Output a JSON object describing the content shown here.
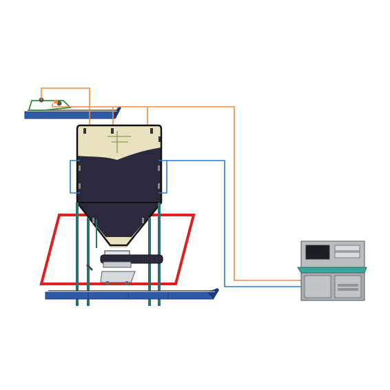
{
  "diagram": {
    "colors": {
      "background": "#ffffff",
      "orange_wire": "#f08a3c",
      "blue_wire": "#2f78c4",
      "green_wire": "#2e8b3a",
      "conveyor_blue": "#2f5aa8",
      "conveyor_dark": "#1c3a78",
      "hopper_dark": "#2b2a3c",
      "hopper_outline": "#111111",
      "material_fill": "#e8e2c0",
      "frame_red": "#e02020",
      "leg_teal": "#2e6f72",
      "console_gray": "#a9aeb2",
      "console_teal": "#3aa79a",
      "screen_dark": "#1a1f26"
    },
    "components": [
      {
        "id": "top-conveyor",
        "icon": "belt-conveyor-icon"
      },
      {
        "id": "level-sensors",
        "icon": "sensor-icon"
      },
      {
        "id": "storage-hopper",
        "icon": "silo-icon"
      },
      {
        "id": "support-legs",
        "icon": "column-icon"
      },
      {
        "id": "red-frame",
        "icon": "frame-outline-icon"
      },
      {
        "id": "screw-feeder",
        "icon": "screw-conveyor-icon"
      },
      {
        "id": "cart",
        "icon": "cart-icon"
      },
      {
        "id": "bottom-conveyor",
        "icon": "belt-conveyor-icon"
      },
      {
        "id": "control-console",
        "icon": "control-console-icon"
      }
    ]
  }
}
